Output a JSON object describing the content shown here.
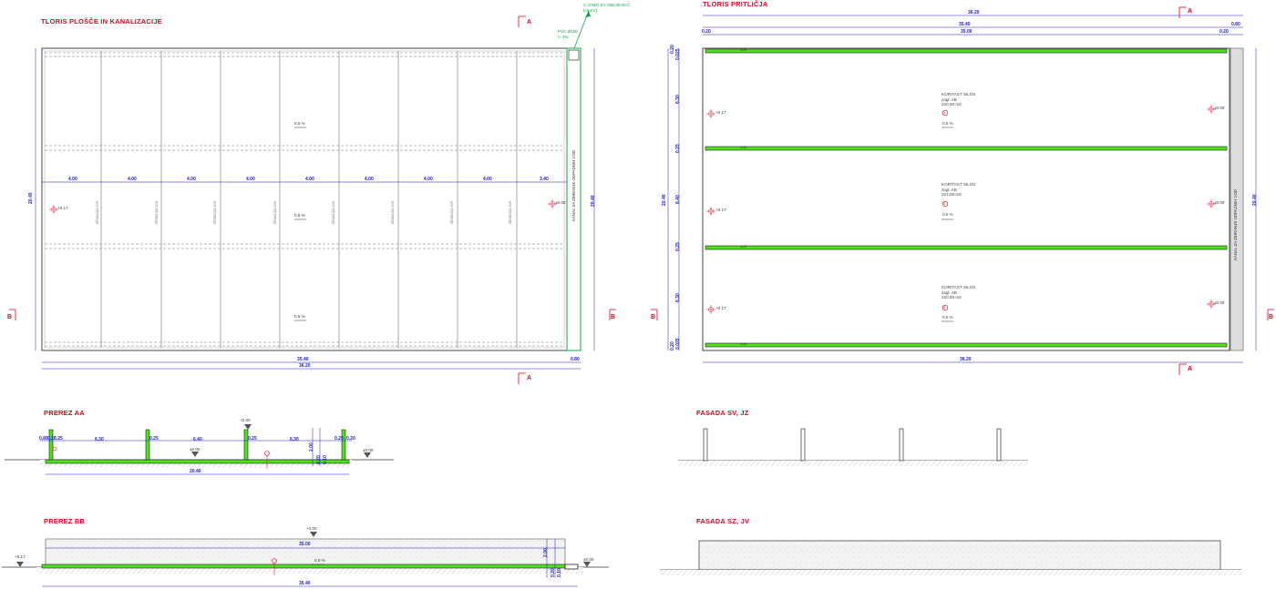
{
  "titles": {
    "plan_slab": "TLORIS PLOŠČE IN KANALIZACIJE",
    "plan_ground": "TLORIS PRITLIČJA",
    "section_aa": "PREREZ AA",
    "section_bb": "PREREZ BB",
    "facade_sv_jz": "FASADA SV, JZ",
    "facade_sz_jv": "FASADA SZ, JV"
  },
  "section_marks": {
    "a": "A",
    "b": "B"
  },
  "plan_slab": {
    "bay_dims": [
      "4.00",
      "4.00",
      "4.00",
      "4.00",
      "4.00",
      "4.00",
      "4.00",
      "4.00",
      "3.40"
    ],
    "total_inner": "35.40",
    "total_outer": "36.20",
    "end_dim": "0.80",
    "height": "20.40",
    "slopes": [
      "0,5 %",
      "0,5 %",
      "0,5 %"
    ],
    "joint_label": "dilatacija izre",
    "levels": {
      "left": "+0.17",
      "right": "±0.00"
    },
    "channel_label": "KANAL ZA ZBIRANJE ODPADNIH VOD",
    "pvc": [
      "PVC Ø150",
      "i= 1%"
    ],
    "to_pit": [
      "V JAMO ZA GNOJEVKO",
      "(HLEV)"
    ]
  },
  "plan_ground": {
    "top_dim_outer": "36.20",
    "top_dim_inner": "35.40",
    "top_dim_end": "0.80",
    "top_dim_wall": "0.20",
    "top_dim_clear": "35.00",
    "top_dim_wall_r": "0.20",
    "bottom_dim": "36.20",
    "height": "20.40",
    "left_dims": [
      "0.20",
      "0.025",
      "6.30",
      "0.25",
      "6.40",
      "0.25",
      "6.30",
      "0.025",
      "0.20"
    ],
    "left_dim_total": "20.40",
    "silos": [
      {
        "name": "KORITAST SILOS",
        "material": "zagl. AB",
        "area": "220,50 m2",
        "num": "1",
        "slope": "0,5 %"
      },
      {
        "name": "KORITAST SILOS",
        "material": "zagl. AB",
        "area": "224,00 m2",
        "num": "2",
        "slope": "0,5 %"
      },
      {
        "name": "KORITAST SILOS",
        "material": "zagl. AB",
        "area": "220,50 m2",
        "num": "3",
        "slope": "0,5 %"
      }
    ],
    "wall_tag": "0.25",
    "levels": {
      "left": "+0.17",
      "right": "±0.00"
    },
    "channel_label": "KANAL ZA ZBIRANJE ODPADNIH VOD"
  },
  "section_aa": {
    "dims": [
      "0.80",
      "0.20",
      "0.25",
      "6.30",
      "0.25",
      "6.40",
      "0.25",
      "6.30",
      "0.25",
      "0.20"
    ],
    "total": "20.40",
    "top_level": "+2.00",
    "mid_level": "±0.00",
    "right_level": "±0.00",
    "wall_heights": [
      "2.00",
      "0.20",
      "0.10"
    ]
  },
  "section_bb": {
    "top_level": "+2.00",
    "inner": "35.00",
    "total": "35.40",
    "slope": "0,5 %",
    "left_level": "+0.17",
    "right_level": "±0.00",
    "wall_heights": [
      "2.00",
      "0.20",
      "0.10"
    ]
  },
  "colors": {
    "red": "#e8001c",
    "blue": "#1b1bd6",
    "green_fill": "#4ee21a",
    "green_line": "#16a34a",
    "line": "#333333"
  }
}
